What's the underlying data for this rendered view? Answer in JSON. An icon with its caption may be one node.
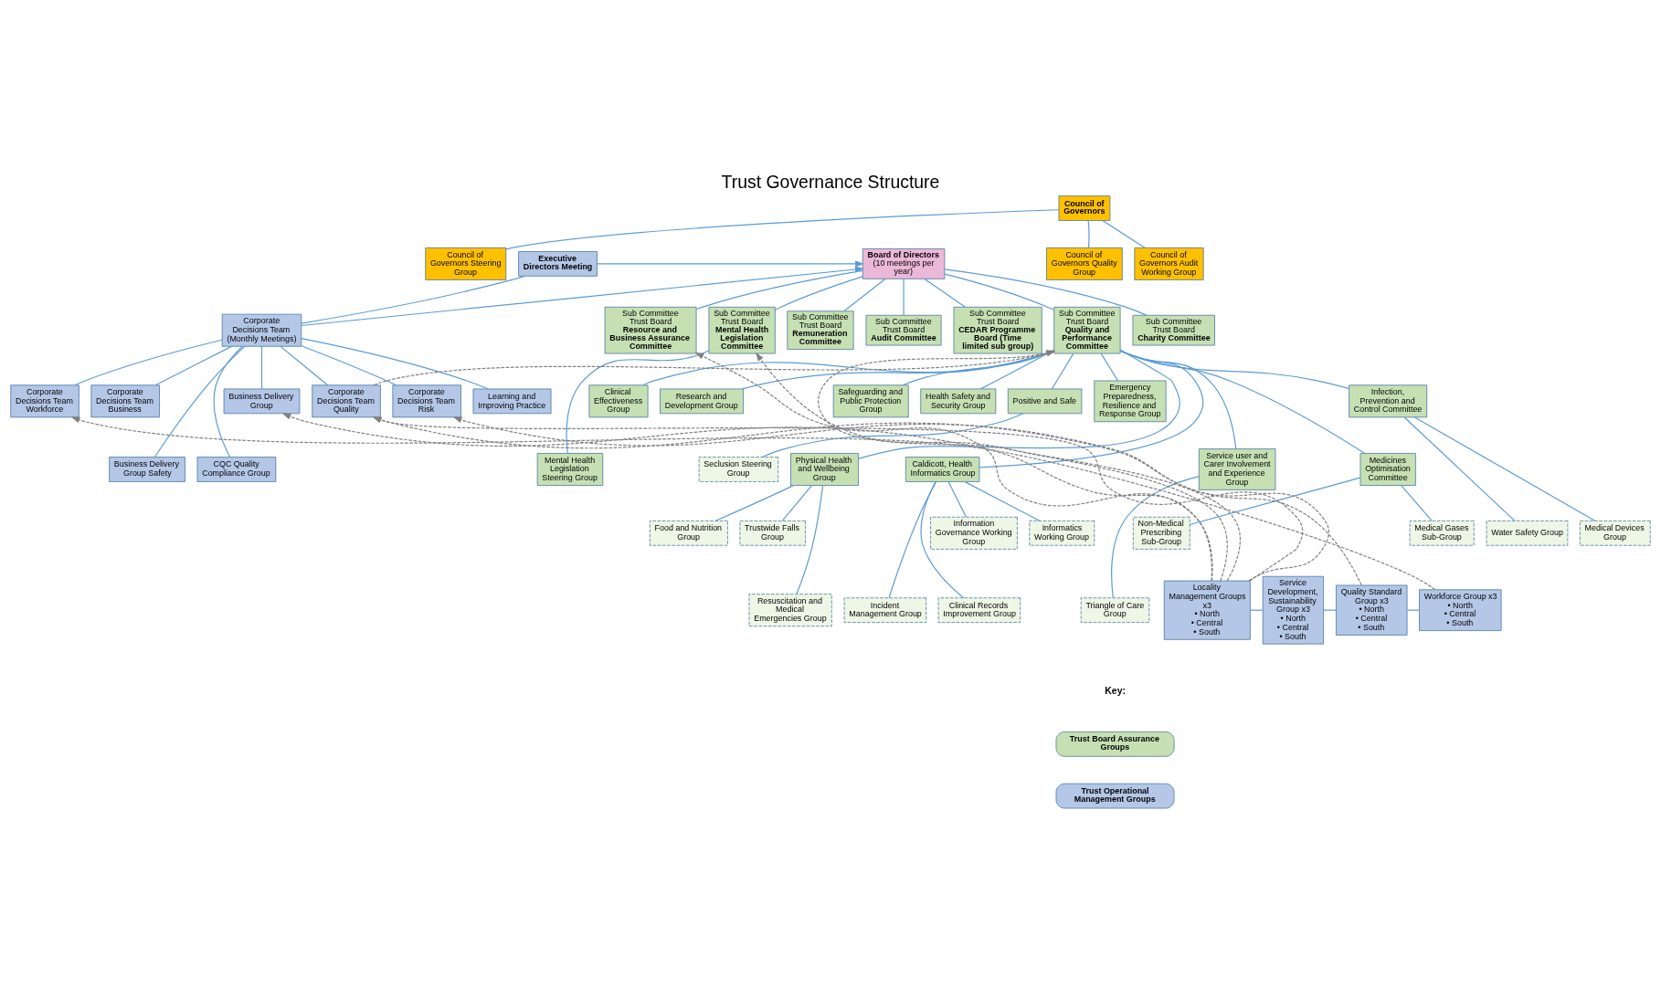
{
  "diagram": {
    "title": "Trust Governance Structure",
    "nodes": [
      {
        "text": [
          "Council of Governors"
        ]
      },
      {
        "text": [
          "Council of Governors Quality Group"
        ]
      },
      {
        "text": [
          "Council of Governors Audit Working Group"
        ]
      },
      {
        "text": [
          "Council of Governors Steering Group"
        ]
      },
      {
        "text": [
          "Board of Directors",
          "(10 meetings per year)"
        ]
      },
      {
        "text": [
          "Executive Directors Meeting"
        ]
      },
      {
        "text": [
          "Corporate Decisions Team (Monthly Meetings)"
        ]
      },
      {
        "text": [
          "Sub Committee Trust Board",
          "Charity Committee"
        ]
      },
      {
        "text": [
          "Sub Committee Trust Board",
          "Resource and Business Assurance Committee"
        ]
      },
      {
        "text": [
          "Sub Committee Trust Board",
          "Quality and Performance Committee"
        ]
      },
      {
        "text": [
          "Sub Committee Trust Board",
          "Remuneration Committee"
        ]
      },
      {
        "text": [
          "Sub Committee Trust Board",
          "Audit Committee"
        ]
      },
      {
        "text": [
          "Sub Committee Trust Board",
          "Mental Health Legislation Committee"
        ]
      },
      {
        "text": [
          "Sub Committee Trust Board",
          "CEDAR Programme Board (Time limited sub group)"
        ]
      },
      {
        "text": [
          "Infection, Prevention and Control Committee"
        ]
      },
      {
        "text": [
          "Clinical Effectiveness Group"
        ]
      },
      {
        "text": [
          "Research and Development Group"
        ]
      },
      {
        "text": [
          "Safeguarding and Public Protection Group"
        ]
      },
      {
        "text": [
          "Health Safety and Security Group"
        ]
      },
      {
        "text": [
          "Positive and Safe"
        ]
      },
      {
        "text": [
          "Emergency Preparedness, Resilience and Response Group"
        ]
      },
      {
        "text": [
          "Medicines Optimisation Committee"
        ]
      },
      {
        "text": [
          "Service user and Carer Involvement and Experience Group"
        ]
      },
      {
        "text": [
          "Physical Health and Wellbeing Group"
        ]
      },
      {
        "text": [
          "Seclusion Steering Group"
        ]
      },
      {
        "text": [
          "Caldicott, Health Informatics Group"
        ]
      },
      {
        "text": [
          "Mental Health Legislation Steering Group"
        ]
      },
      {
        "text": [
          "Water Safety Group"
        ]
      },
      {
        "text": [
          "Medical Devices Group"
        ]
      },
      {
        "text": [
          "Medical Gases Sub-Group"
        ]
      },
      {
        "text": [
          "Non-Medical Prescribing Sub-Group"
        ]
      },
      {
        "text": [
          "Food and Nutrition Group"
        ]
      },
      {
        "text": [
          "Trustwide Falls Group"
        ]
      },
      {
        "text": [
          "Triangle of Care Group"
        ]
      },
      {
        "text": [
          "Resuscitation and Medical Emergencies Group"
        ]
      },
      {
        "text": [
          "Information Governance Working Group"
        ]
      },
      {
        "text": [
          "Informatics Working Group"
        ]
      },
      {
        "text": [
          "Incident Management Group"
        ]
      },
      {
        "text": [
          "Clinical Records Improvement Group"
        ]
      },
      {
        "text": [
          "Business Delivery Group"
        ]
      },
      {
        "text": [
          "Learning and Improving Practice"
        ]
      },
      {
        "text": [
          "Corporate Decisions Team Workforce"
        ]
      },
      {
        "text": [
          "Corporate Decisions Team Quality"
        ]
      },
      {
        "text": [
          "Corporate Decisions Team Risk"
        ]
      },
      {
        "text": [
          "Corporate Decisions Team Business"
        ]
      },
      {
        "text": [
          "Business Delivery Group Safety"
        ]
      },
      {
        "text": [
          "CQC Quality Compliance Group"
        ]
      },
      {
        "text": [
          "Locality Management Groups x3",
          "• North",
          "• Central",
          "• South"
        ]
      },
      {
        "text": [
          "Service Development, Sustainability Group x3",
          "• North",
          "• Central",
          "• South"
        ]
      },
      {
        "text": [
          "Quality Standard Group x3",
          "• North",
          "• Central",
          "• South"
        ]
      },
      {
        "text": [
          "Workforce Group x3",
          "• North",
          "• Central",
          "• South"
        ]
      }
    ],
    "edges": [
      {
        "from": 0,
        "to": 1,
        "arrow": "none"
      },
      {
        "from": 0,
        "to": 2,
        "arrow": "none"
      },
      {
        "from": 0,
        "to": 3,
        "arrow": "none"
      },
      {
        "from": 5,
        "to": 4,
        "arrow": "to"
      },
      {
        "from": 6,
        "to": 4,
        "arrow": "to"
      },
      {
        "from": 5,
        "to": 6,
        "arrow": "none"
      },
      {
        "from": 4,
        "to": 7,
        "arrow": "none"
      },
      {
        "from": 4,
        "to": 8,
        "arrow": "none"
      },
      {
        "from": 4,
        "to": 9,
        "arrow": "none"
      },
      {
        "from": 4,
        "to": 10,
        "arrow": "none"
      },
      {
        "from": 4,
        "to": 11,
        "arrow": "none"
      },
      {
        "from": 4,
        "to": 12,
        "arrow": "none"
      },
      {
        "from": 4,
        "to": 13,
        "arrow": "none"
      },
      {
        "from": 9,
        "to": 14,
        "arrow": "none"
      },
      {
        "from": 9,
        "to": 15,
        "arrow": "none"
      },
      {
        "from": 9,
        "to": 21,
        "arrow": "none"
      },
      {
        "from": 9,
        "to": 16,
        "arrow": "none"
      },
      {
        "from": 9,
        "to": 22,
        "arrow": "none"
      },
      {
        "from": 9,
        "to": 17,
        "arrow": "none"
      },
      {
        "from": 9,
        "to": 23,
        "arrow": "none"
      },
      {
        "from": 9,
        "to": 18,
        "arrow": "none"
      },
      {
        "from": 9,
        "to": 19,
        "arrow": "none"
      },
      {
        "from": 9,
        "to": 25,
        "arrow": "none"
      },
      {
        "from": 9,
        "to": 20,
        "arrow": "none"
      },
      {
        "from": 19,
        "to": 24,
        "arrow": "none"
      },
      {
        "from": 12,
        "to": 26,
        "arrow": "none"
      },
      {
        "from": 14,
        "to": 27,
        "arrow": "none"
      },
      {
        "from": 14,
        "to": 28,
        "arrow": "none"
      },
      {
        "from": 21,
        "to": 29,
        "arrow": "none"
      },
      {
        "from": 21,
        "to": 30,
        "arrow": "none"
      },
      {
        "from": 22,
        "to": 33,
        "arrow": "none"
      },
      {
        "from": 23,
        "to": 31,
        "arrow": "none"
      },
      {
        "from": 23,
        "to": 32,
        "arrow": "none"
      },
      {
        "from": 23,
        "to": 34,
        "arrow": "none"
      },
      {
        "from": 25,
        "to": 35,
        "arrow": "none"
      },
      {
        "from": 25,
        "to": 36,
        "arrow": "none"
      },
      {
        "from": 25,
        "to": 37,
        "arrow": "none"
      },
      {
        "from": 25,
        "to": 38,
        "arrow": "none"
      },
      {
        "from": 6,
        "to": 39,
        "arrow": "none"
      },
      {
        "from": 6,
        "to": 40,
        "arrow": "none"
      },
      {
        "from": 6,
        "to": 41,
        "arrow": "none"
      },
      {
        "from": 6,
        "to": 42,
        "arrow": "none"
      },
      {
        "from": 6,
        "to": 43,
        "arrow": "none"
      },
      {
        "from": 6,
        "to": 44,
        "arrow": "none"
      },
      {
        "from": 6,
        "to": 45,
        "arrow": "none"
      },
      {
        "from": 6,
        "to": 46,
        "arrow": "none"
      },
      {
        "from": 47,
        "to": 48,
        "arrow": "none"
      },
      {
        "from": 48,
        "to": 49,
        "arrow": "none"
      },
      {
        "from": 49,
        "to": 50,
        "arrow": "none"
      },
      {
        "from": 47,
        "to": 8,
        "arrow": "to",
        "style": "dashed",
        "color": "#808080"
      },
      {
        "from": 47,
        "to": 9,
        "arrow": "to",
        "style": "dashed",
        "color": "#808080"
      },
      {
        "from": 42,
        "to": 9,
        "arrow": "to",
        "style": "dashed",
        "color": "#808080"
      },
      {
        "from": 47,
        "to": 12,
        "arrow": "to",
        "style": "dashed",
        "color": "#808080"
      },
      {
        "from": 47,
        "to": 39,
        "arrow": "to",
        "style": "dashed",
        "color": "#808080"
      },
      {
        "from": 47,
        "to": 42,
        "arrow": "to",
        "style": "dashed",
        "color": "#808080"
      },
      {
        "from": 47,
        "to": 43,
        "arrow": "to",
        "style": "dashed",
        "color": "#808080"
      },
      {
        "from": 49,
        "to": 42,
        "arrow": "to",
        "style": "dashed",
        "color": "#808080"
      },
      {
        "from": 50,
        "to": 41,
        "arrow": "to",
        "style": "dashed",
        "color": "#808080"
      }
    ],
    "labels": [
      "Key:"
    ],
    "legend": [
      {
        "text": "Trust Board Assurance Groups",
        "color": "#c6e0b4"
      },
      {
        "text": "Trust Operational Management Groups",
        "color": "#b4c7e7"
      }
    ]
  }
}
